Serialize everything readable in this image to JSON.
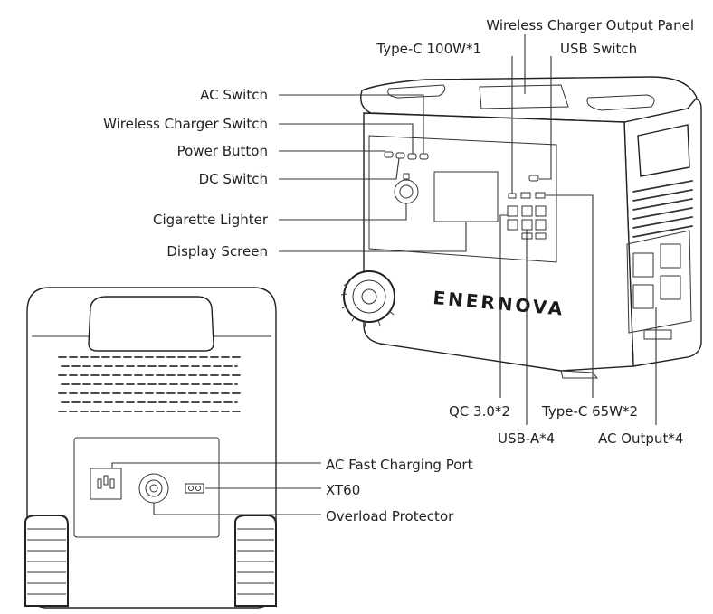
{
  "brand": "ENERNOVA",
  "labels": {
    "wireless_panel": "Wireless Charger Output Panel",
    "typec_100w": "Type-C 100W*1",
    "usb_switch": "USB Switch",
    "ac_switch": "AC Switch",
    "wireless_switch": "Wireless Charger Switch",
    "power_button": "Power Button",
    "dc_switch": "DC Switch",
    "cigarette": "Cigarette Lighter",
    "display": "Display Screen",
    "qc30": "QC 3.0*2",
    "typec_65w": "Type-C 65W*2",
    "usba": "USB-A*4",
    "ac_output": "AC Output*4",
    "ac_fast": "AC Fast Charging Port",
    "xt60": "XT60",
    "overload": "Overload Protector"
  },
  "colors": {
    "line": "#333333",
    "text": "#222222",
    "background": "#ffffff"
  }
}
